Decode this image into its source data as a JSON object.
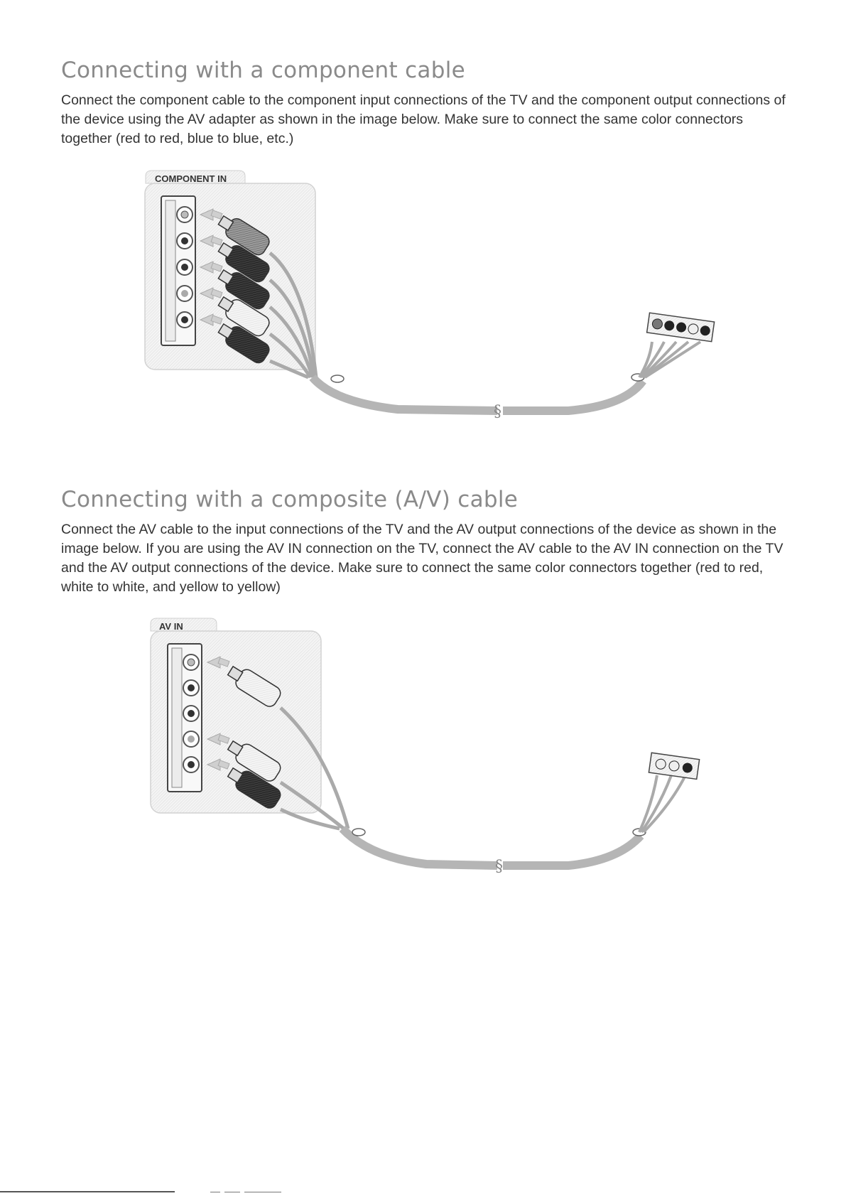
{
  "sections": [
    {
      "heading": "Connecting with a component cable",
      "body": "Connect the component cable to the component input connections of the TV and the component output connections of the device using the AV adapter as shown in the image below. Make sure to connect the same color connectors together (red to red, blue to blue, etc.)",
      "diagram_label": "COMPONENT IN"
    },
    {
      "heading": "Connecting with a composite (A/V) cable",
      "body": "Connect the AV cable to the input connections of the TV and the AV output connections of the device as shown in the image below. If you are using the AV IN connection on the TV, connect the AV cable to the AV IN connection on the TV and the AV output connections of the device. Make sure to connect the same color connectors together (red to red, white to white, and yellow to yellow)",
      "diagram_label": "AV IN"
    }
  ]
}
